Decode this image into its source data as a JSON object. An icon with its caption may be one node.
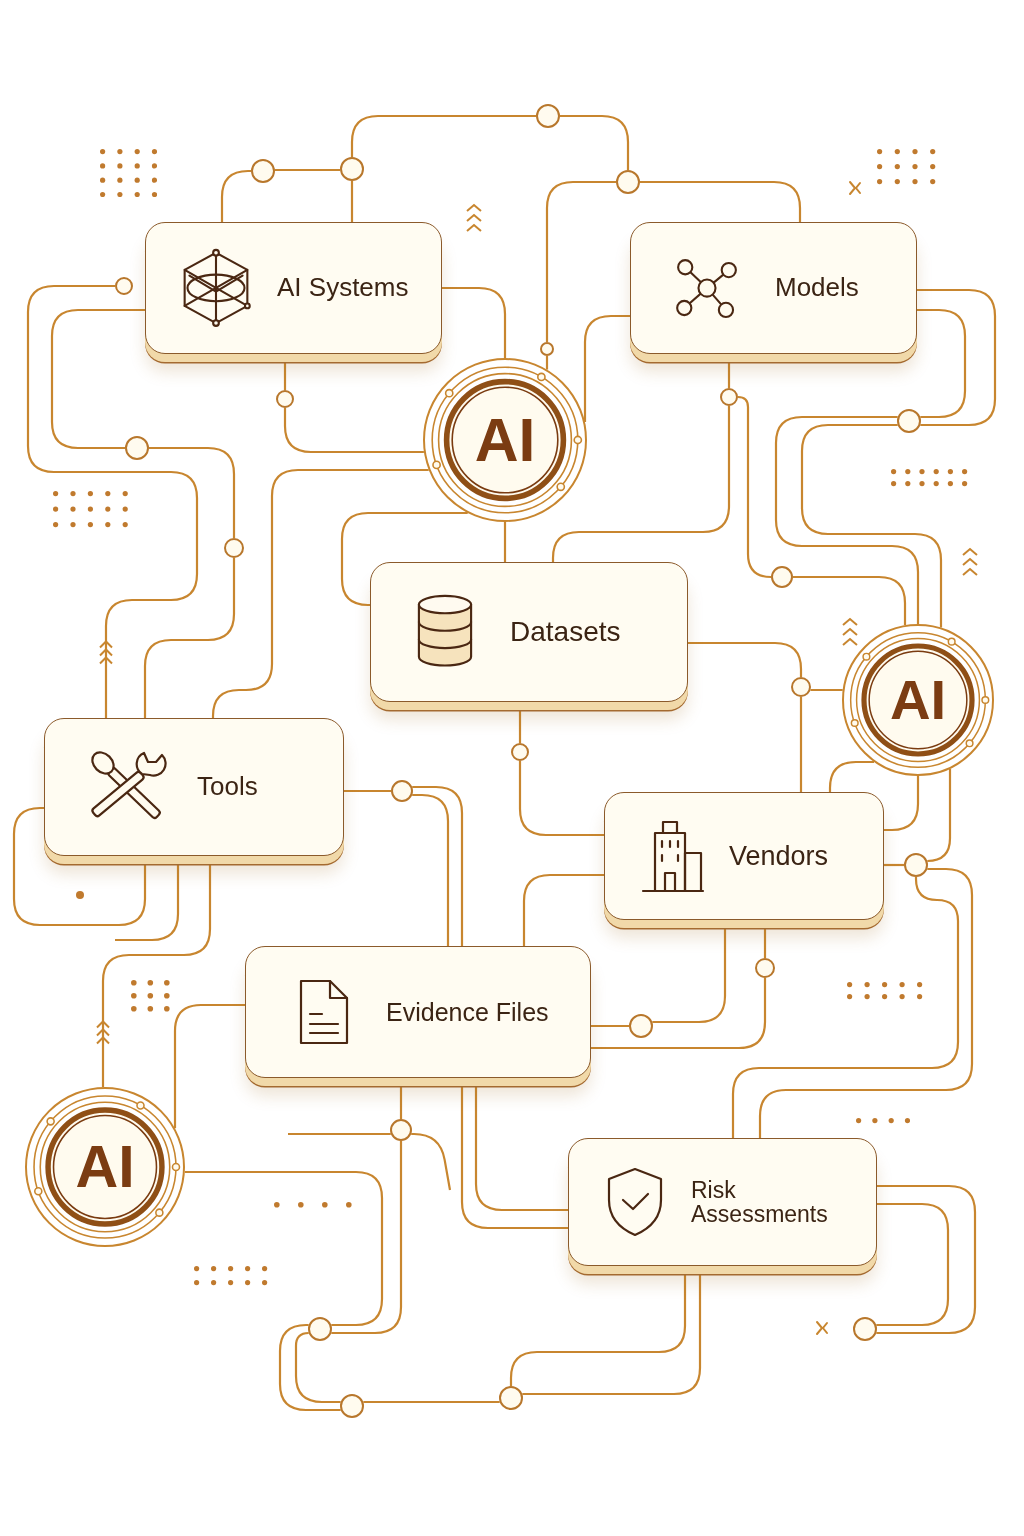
{
  "diagram": {
    "nodes": [
      {
        "text": [
          "AI Systems"
        ]
      },
      {
        "text": [
          "Models"
        ]
      },
      {
        "text": [
          "AI"
        ]
      },
      {
        "text": [
          "Datasets"
        ]
      },
      {
        "text": [
          "AI"
        ]
      },
      {
        "text": [
          "Tools"
        ]
      },
      {
        "text": [
          "Vendors"
        ]
      },
      {
        "text": [
          "Evidence Files"
        ]
      },
      {
        "text": [
          "AI"
        ]
      },
      {
        "text": [
          "Risk Assessments"
        ]
      },
      {
        "text": [],
        "shape": "circle"
      },
      {
        "text": [],
        "shape": "circle"
      },
      {
        "text": [],
        "shape": "circle"
      },
      {
        "text": [],
        "shape": "circle"
      },
      {
        "text": [],
        "shape": "circle"
      },
      {
        "text": [],
        "shape": "circle"
      },
      {
        "text": [],
        "shape": "circle"
      },
      {
        "text": [],
        "shape": "circle"
      },
      {
        "text": [],
        "shape": "circle"
      },
      {
        "text": [],
        "shape": "circle"
      },
      {
        "text": [],
        "shape": "circle"
      },
      {
        "text": [],
        "shape": "circle"
      },
      {
        "text": [],
        "shape": "circle"
      },
      {
        "text": [],
        "shape": "circle"
      },
      {
        "text": [],
        "shape": "circle"
      },
      {
        "text": [],
        "shape": "circle"
      },
      {
        "text": [],
        "shape": "circle"
      },
      {
        "text": [],
        "shape": "circle"
      },
      {
        "text": [],
        "shape": "circle"
      },
      {
        "text": [],
        "shape": "circle"
      },
      {
        "text": [],
        "shape": "circle"
      },
      {
        "text": [],
        "shape": "circle"
      },
      {
        "text": [],
        "shape": "circle"
      }
    ],
    "edges": [
      {
        "from": 0,
        "to": 10,
        "arrow": "none"
      },
      {
        "from": 10,
        "to": 11,
        "arrow": "none"
      },
      {
        "from": 11,
        "to": 0,
        "arrow": "none"
      },
      {
        "from": 11,
        "to": 12,
        "arrow": "none"
      },
      {
        "from": 12,
        "to": 13,
        "arrow": "none"
      },
      {
        "from": 13,
        "to": 1,
        "arrow": "none"
      },
      {
        "from": 13,
        "to": 16,
        "arrow": "none"
      },
      {
        "from": 16,
        "to": 2,
        "arrow": "none"
      },
      {
        "from": 0,
        "to": 18,
        "arrow": "none"
      },
      {
        "from": 5,
        "to": 14,
        "arrow": "to"
      },
      {
        "from": 18,
        "to": 20,
        "arrow": "none"
      },
      {
        "from": 20,
        "to": 5,
        "arrow": "none"
      },
      {
        "from": 0,
        "to": 2,
        "arrow": "none"
      },
      {
        "from": 0,
        "to": 15,
        "arrow": "none"
      },
      {
        "from": 15,
        "to": 2,
        "arrow": "none"
      },
      {
        "from": 2,
        "to": 5,
        "arrow": "none"
      },
      {
        "from": 2,
        "to": 3,
        "arrow": "none"
      },
      {
        "from": 2,
        "to": 3,
        "arrow": "none"
      },
      {
        "from": 1,
        "to": 2,
        "arrow": "none"
      },
      {
        "from": 1,
        "to": 17,
        "arrow": "none"
      },
      {
        "from": 17,
        "to": 3,
        "arrow": "none"
      },
      {
        "from": 17,
        "to": 21,
        "arrow": "none"
      },
      {
        "from": 1,
        "to": 19,
        "arrow": "none"
      },
      {
        "from": 1,
        "to": 19,
        "arrow": "none"
      },
      {
        "from": 19,
        "to": 4,
        "arrow": "none"
      },
      {
        "from": 19,
        "to": 4,
        "arrow": "none"
      },
      {
        "from": 21,
        "to": 4,
        "arrow": "none"
      },
      {
        "from": 3,
        "to": 22,
        "arrow": "none"
      },
      {
        "from": 22,
        "to": 4,
        "arrow": "none"
      },
      {
        "from": 22,
        "to": 6,
        "arrow": "none"
      },
      {
        "from": 4,
        "to": 6,
        "arrow": "none"
      },
      {
        "from": 4,
        "to": 6,
        "arrow": "none"
      },
      {
        "from": 6,
        "to": 25,
        "arrow": "none"
      },
      {
        "from": 4,
        "to": 25,
        "arrow": "none"
      },
      {
        "from": 25,
        "to": 9,
        "arrow": "none"
      },
      {
        "from": 25,
        "to": 9,
        "arrow": "none"
      },
      {
        "from": 3,
        "to": 23,
        "arrow": "none"
      },
      {
        "from": 23,
        "to": 6,
        "arrow": "none"
      },
      {
        "from": 6,
        "to": 7,
        "arrow": "none"
      },
      {
        "from": 5,
        "to": 24,
        "arrow": "none"
      },
      {
        "from": 24,
        "to": 7,
        "arrow": "none"
      },
      {
        "from": 24,
        "to": 7,
        "arrow": "none"
      },
      {
        "from": 6,
        "to": 27,
        "arrow": "none"
      },
      {
        "from": 6,
        "to": 26,
        "arrow": "none"
      },
      {
        "from": 26,
        "to": 7,
        "arrow": "none"
      },
      {
        "from": 7,
        "to": 27,
        "arrow": "none"
      },
      {
        "from": 5,
        "to": 5,
        "arrow": "none"
      },
      {
        "from": 5,
        "to": null,
        "arrow": "none"
      },
      {
        "from": 8,
        "to": 5,
        "arrow": "to"
      },
      {
        "from": 7,
        "to": 8,
        "arrow": "none"
      },
      {
        "from": 8,
        "to": 29,
        "arrow": "none"
      },
      {
        "from": 28,
        "to": 29,
        "arrow": "none"
      },
      {
        "from": 7,
        "to": 28,
        "arrow": "none"
      },
      {
        "from": null,
        "to": 28,
        "arrow": "none"
      },
      {
        "from": 28,
        "to": null,
        "arrow": "none"
      },
      {
        "from": 7,
        "to": 9,
        "arrow": "none"
      },
      {
        "from": 7,
        "to": 9,
        "arrow": "none"
      },
      {
        "from": 29,
        "to": 31,
        "arrow": "none"
      },
      {
        "from": 29,
        "to": 31,
        "arrow": "none"
      },
      {
        "from": 31,
        "to": 32,
        "arrow": "none"
      },
      {
        "from": 9,
        "to": 32,
        "arrow": "none"
      },
      {
        "from": 9,
        "to": 32,
        "arrow": "none"
      },
      {
        "from": 9,
        "to": 30,
        "arrow": "none"
      },
      {
        "from": 9,
        "to": 30,
        "arrow": "none"
      }
    ]
  }
}
